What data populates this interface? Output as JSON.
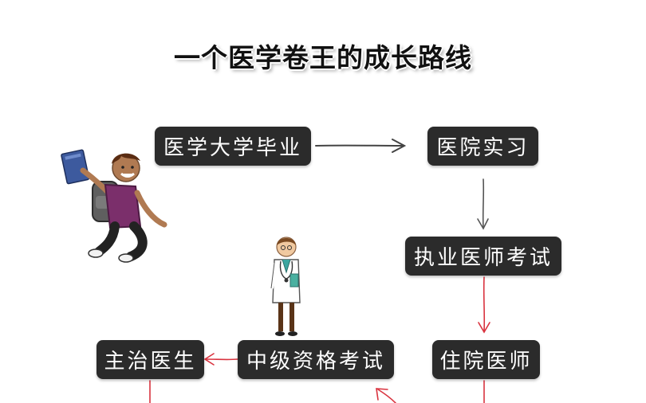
{
  "title": "一个医学卷王的成长路线",
  "nodes": {
    "graduate": "医学大学毕业",
    "internship": "医院实习",
    "licensing_exam": "执业医师考试",
    "resident": "住院医师",
    "intermediate_exam": "中级资格考试",
    "attending": "主治医生"
  },
  "colors": {
    "box_bg": "#2b2b2b",
    "box_text": "#ffffff",
    "arrow_black": "#444444",
    "arrow_red": "#d9333f"
  },
  "icons": [
    "jumping-student-icon",
    "doctor-icon"
  ]
}
